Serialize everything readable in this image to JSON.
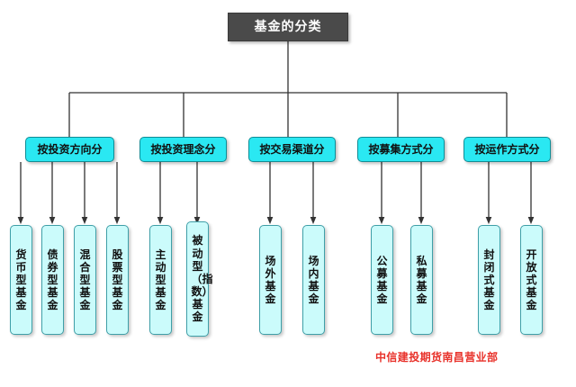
{
  "diagram": {
    "root": {
      "label": "基金的分类",
      "box_color": "#4a4a4a",
      "text_color": "#ffffff"
    },
    "branch_color": "#2ae8f2",
    "leaf_color": "#cbfbfb",
    "line_color": "#333333",
    "categories": [
      {
        "label": "按投资方向分",
        "children": [
          {
            "label": "货币型基金"
          },
          {
            "label": "债券型基金"
          },
          {
            "label": "混合型基金"
          },
          {
            "label": "股票型基金"
          }
        ]
      },
      {
        "label": "按投资理念分",
        "children": [
          {
            "label": "主动型基金"
          },
          {
            "label": "被动型（指数）基金"
          }
        ]
      },
      {
        "label": "按交易渠道分",
        "children": [
          {
            "label": "场外基金"
          },
          {
            "label": "场内基金"
          }
        ]
      },
      {
        "label": "按募集方式分",
        "children": [
          {
            "label": "公募基金"
          },
          {
            "label": "私募基金"
          }
        ]
      },
      {
        "label": "按运作方式分",
        "children": [
          {
            "label": "封闭式基金"
          },
          {
            "label": "开放式基金"
          }
        ]
      }
    ]
  },
  "footer": {
    "text": "中信建投期货南昌营业部",
    "color": "#e8312a"
  }
}
